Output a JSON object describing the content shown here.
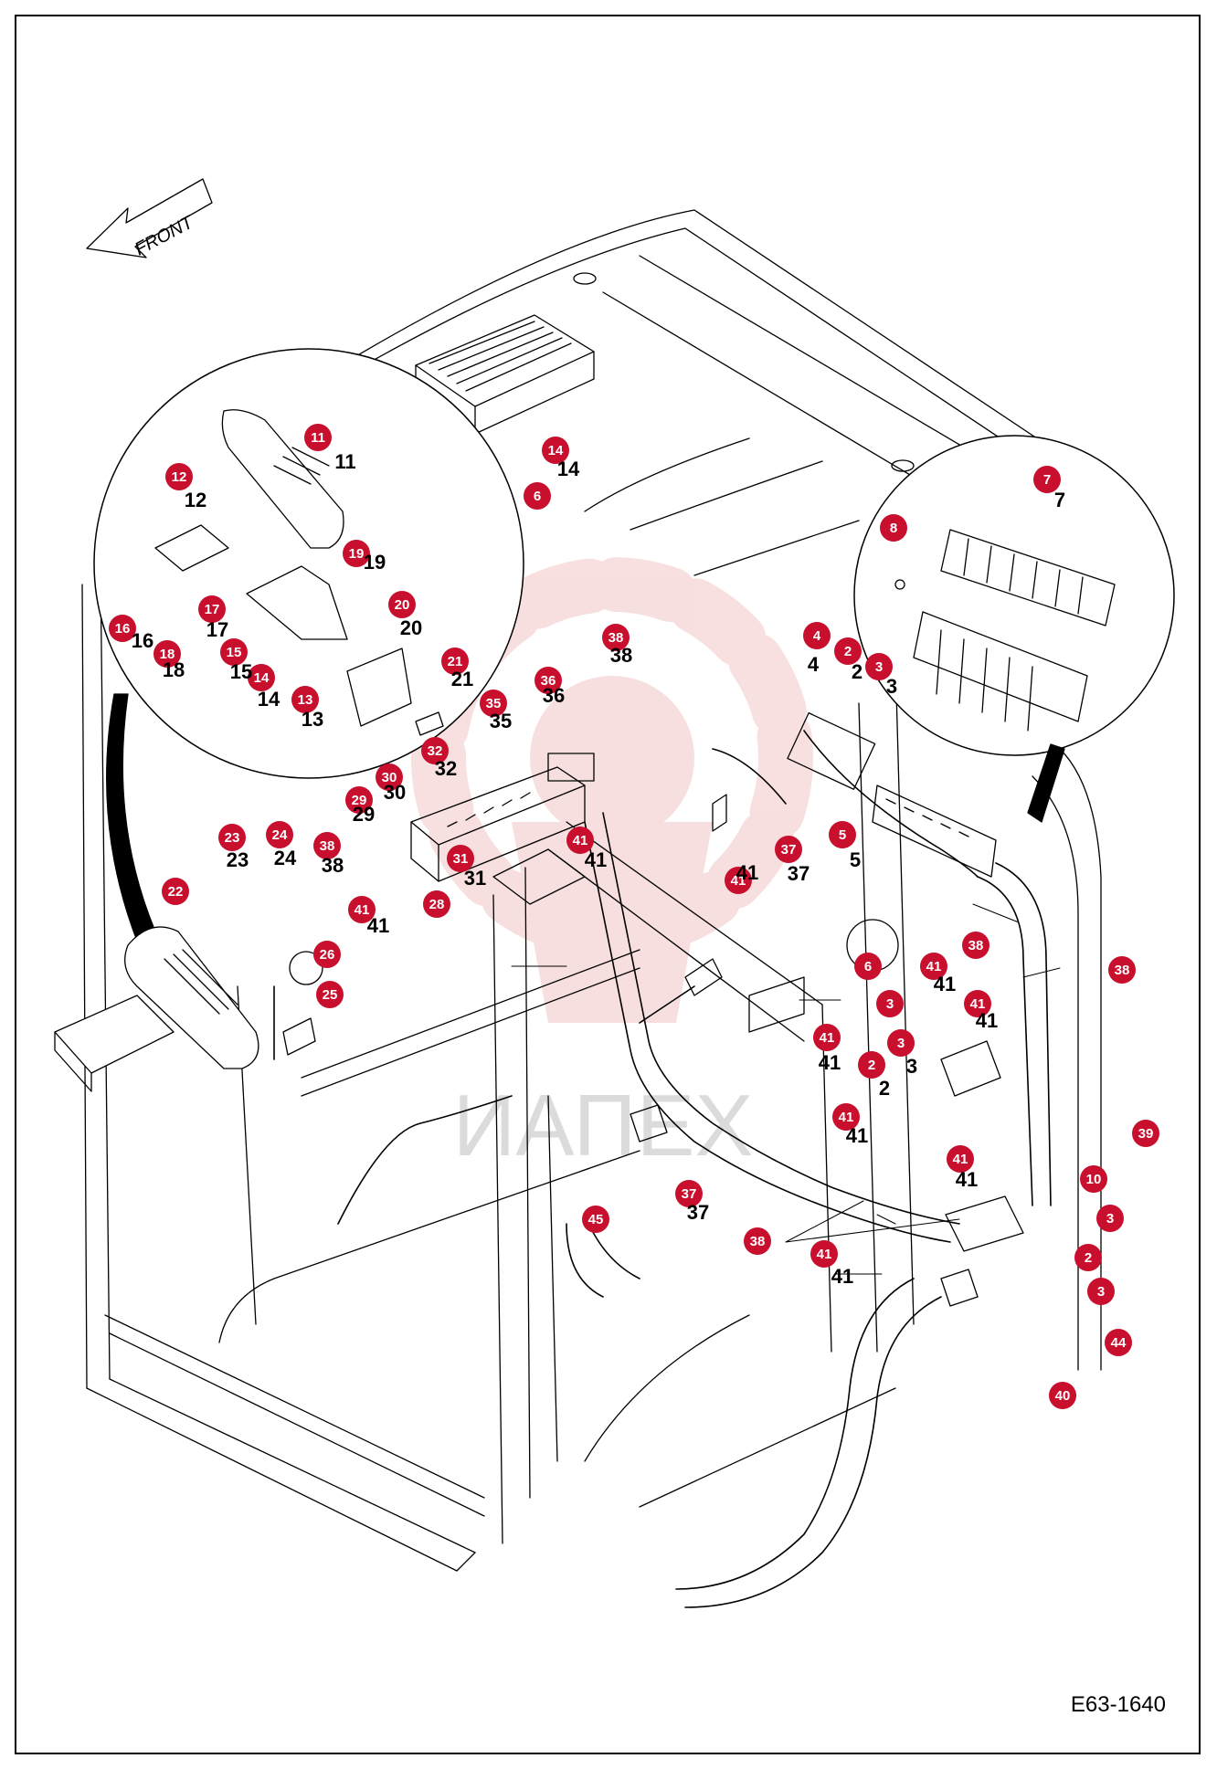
{
  "drawing_code": "E63-1640",
  "front_label": "FRONT",
  "watermark_text": "ИАПЕХ",
  "accent_color": "#c8102e",
  "callouts": [
    {
      "id": "c11",
      "label": "11"
    },
    {
      "id": "c12",
      "label": "12"
    },
    {
      "id": "c19",
      "label": "19"
    },
    {
      "id": "c16",
      "label": "16"
    },
    {
      "id": "c17",
      "label": "17"
    },
    {
      "id": "c18",
      "label": "18"
    },
    {
      "id": "c15",
      "label": "15"
    },
    {
      "id": "c14a",
      "label": "14"
    },
    {
      "id": "c13",
      "label": "13"
    },
    {
      "id": "c20",
      "label": "20"
    },
    {
      "id": "c21",
      "label": "21"
    },
    {
      "id": "c14b",
      "label": "14"
    },
    {
      "id": "c6a",
      "label": "6"
    },
    {
      "id": "c7",
      "label": "7"
    },
    {
      "id": "c8",
      "label": "8"
    },
    {
      "id": "c4",
      "label": "4"
    },
    {
      "id": "c2a",
      "label": "2"
    },
    {
      "id": "c3a",
      "label": "3"
    },
    {
      "id": "c38a",
      "label": "38"
    },
    {
      "id": "c36",
      "label": "36"
    },
    {
      "id": "c35",
      "label": "35"
    },
    {
      "id": "c32",
      "label": "32"
    },
    {
      "id": "c30",
      "label": "30"
    },
    {
      "id": "c29",
      "label": "29"
    },
    {
      "id": "c31",
      "label": "31"
    },
    {
      "id": "c28",
      "label": "28"
    },
    {
      "id": "c41a",
      "label": "41"
    },
    {
      "id": "c23",
      "label": "23"
    },
    {
      "id": "c24",
      "label": "24"
    },
    {
      "id": "c38b",
      "label": "38"
    },
    {
      "id": "c22",
      "label": "22"
    },
    {
      "id": "c41b",
      "label": "41"
    },
    {
      "id": "c26",
      "label": "26"
    },
    {
      "id": "c25",
      "label": "25"
    },
    {
      "id": "c41c",
      "label": "41"
    },
    {
      "id": "c37a",
      "label": "37"
    },
    {
      "id": "c5",
      "label": "5"
    },
    {
      "id": "c6b",
      "label": "6"
    },
    {
      "id": "c3b",
      "label": "3"
    },
    {
      "id": "c41d",
      "label": "41"
    },
    {
      "id": "c38c",
      "label": "38"
    },
    {
      "id": "c41e",
      "label": "41"
    },
    {
      "id": "c38d",
      "label": "38"
    },
    {
      "id": "c41f",
      "label": "41"
    },
    {
      "id": "c3c",
      "label": "3"
    },
    {
      "id": "c2b",
      "label": "2"
    },
    {
      "id": "c41g",
      "label": "41"
    },
    {
      "id": "c41h",
      "label": "41"
    },
    {
      "id": "c39",
      "label": "39"
    },
    {
      "id": "c10",
      "label": "10"
    },
    {
      "id": "c37b",
      "label": "37"
    },
    {
      "id": "c45",
      "label": "45"
    },
    {
      "id": "c38e",
      "label": "38"
    },
    {
      "id": "c41i",
      "label": "41"
    },
    {
      "id": "c3d",
      "label": "3"
    },
    {
      "id": "c2c",
      "label": "2"
    },
    {
      "id": "c3e",
      "label": "3"
    },
    {
      "id": "c44",
      "label": "44"
    },
    {
      "id": "c40",
      "label": "40"
    }
  ],
  "part_numbers": [
    {
      "id": "n11",
      "label": "11"
    },
    {
      "id": "n12",
      "label": "12"
    },
    {
      "id": "n19",
      "label": "19"
    },
    {
      "id": "n16",
      "label": "16"
    },
    {
      "id": "n17",
      "label": "17"
    },
    {
      "id": "n18",
      "label": "18"
    },
    {
      "id": "n15",
      "label": "15"
    },
    {
      "id": "n14a",
      "label": "14"
    },
    {
      "id": "n13",
      "label": "13"
    },
    {
      "id": "n20",
      "label": "20"
    },
    {
      "id": "n21",
      "label": "21"
    },
    {
      "id": "n14b",
      "label": "14"
    },
    {
      "id": "n7",
      "label": "7"
    },
    {
      "id": "n4",
      "label": "4"
    },
    {
      "id": "n2a",
      "label": "2"
    },
    {
      "id": "n3a",
      "label": "3"
    },
    {
      "id": "n38a",
      "label": "38"
    },
    {
      "id": "n36",
      "label": "36"
    },
    {
      "id": "n35",
      "label": "35"
    },
    {
      "id": "n32",
      "label": "32"
    },
    {
      "id": "n30",
      "label": "30"
    },
    {
      "id": "n29",
      "label": "29"
    },
    {
      "id": "n31",
      "label": "31"
    },
    {
      "id": "n41a",
      "label": "41"
    },
    {
      "id": "n23",
      "label": "23"
    },
    {
      "id": "n24",
      "label": "24"
    },
    {
      "id": "n38b",
      "label": "38"
    },
    {
      "id": "n41b",
      "label": "41"
    },
    {
      "id": "n41c",
      "label": "41"
    },
    {
      "id": "n37a",
      "label": "37"
    },
    {
      "id": "n5",
      "label": "5"
    },
    {
      "id": "n41d",
      "label": "41"
    },
    {
      "id": "n41e",
      "label": "41"
    },
    {
      "id": "n41f",
      "label": "41"
    },
    {
      "id": "n2b",
      "label": "2"
    },
    {
      "id": "n3c",
      "label": "3"
    },
    {
      "id": "n41g",
      "label": "41"
    },
    {
      "id": "n41h",
      "label": "41"
    },
    {
      "id": "n37b",
      "label": "37"
    },
    {
      "id": "n41i",
      "label": "41"
    }
  ]
}
